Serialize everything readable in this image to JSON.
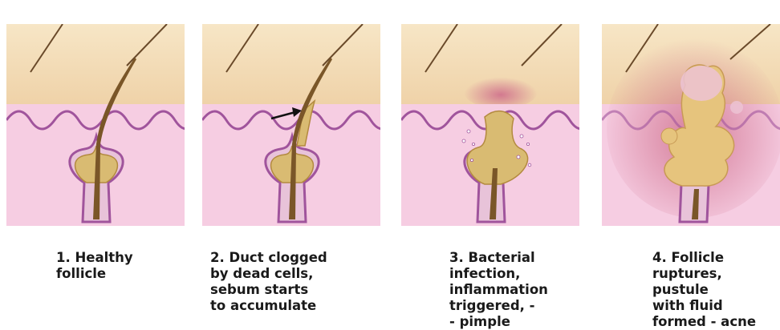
{
  "stages": [
    {
      "caption": "1. Healthy\nfollicle"
    },
    {
      "caption": "2. Duct clogged\nby dead cells,\nsebum starts\nto accumulate"
    },
    {
      "caption": "3. Bacterial\ninfection,\ninflammation\ntriggered, -\n- pimple"
    },
    {
      "caption": "4. Follicle\nruptures,\npustule\nwith fluid\nformed - acne"
    }
  ],
  "colors": {
    "epidermis": "#f3ddb8",
    "epidermis_top": "#f7e6c6",
    "dermis": "#f6cde2",
    "membrane": "#a0549c",
    "membrane_light": "#d79ed3",
    "sebum": "#d9bb72",
    "sebum_dark": "#b38a3f",
    "hair": "#7a5628",
    "inflammation": "#cf6f8c",
    "pus": "#ecc3d3"
  }
}
